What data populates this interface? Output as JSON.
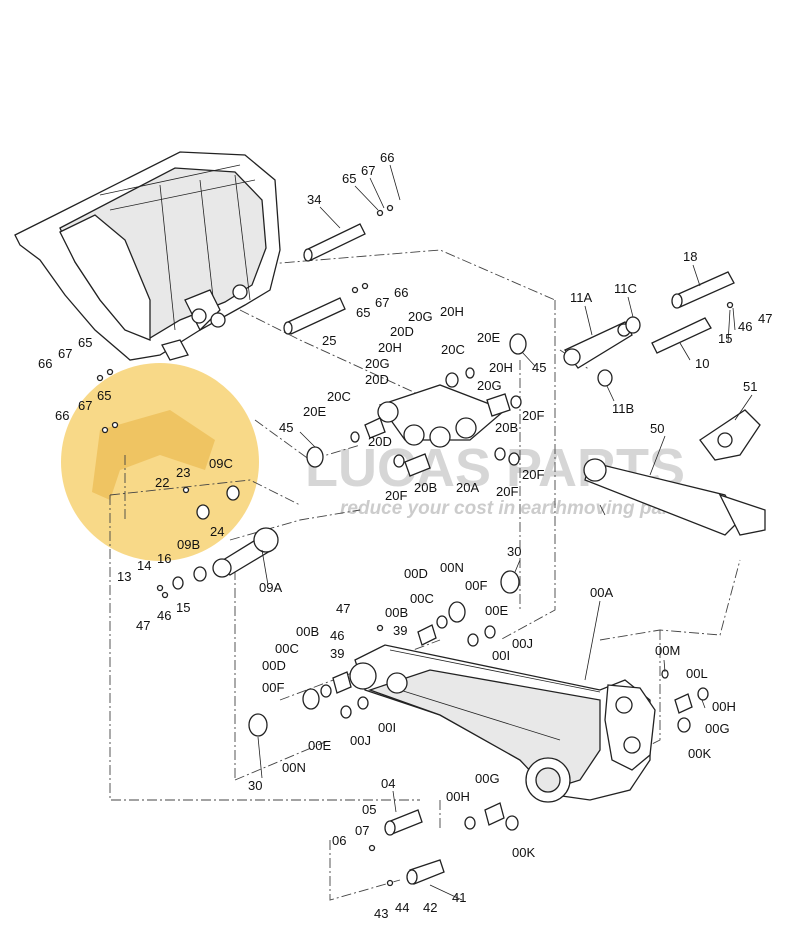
{
  "labels": [
    "66",
    "67",
    "65",
    "34",
    "18",
    "11C",
    "11A",
    "47",
    "46",
    "15",
    "10",
    "11B",
    "51",
    "50",
    "20G",
    "20H",
    "20D",
    "20H",
    "20E",
    "20C",
    "20G",
    "20H",
    "20D",
    "20G",
    "20C",
    "45",
    "20E",
    "20F",
    "20B",
    "20D",
    "45",
    "20B",
    "20F",
    "20A",
    "20F",
    "20F",
    "65",
    "67",
    "66",
    "25",
    "66",
    "67",
    "65",
    "66",
    "67",
    "65",
    "22",
    "23",
    "09C",
    "24",
    "16",
    "14",
    "13",
    "09B",
    "15",
    "46",
    "47",
    "09A",
    "30",
    "00D",
    "00N",
    "00F",
    "00C",
    "00E",
    "00B",
    "47",
    "46",
    "39",
    "00I",
    "00J",
    "00A",
    "00B",
    "39",
    "00C",
    "00D",
    "00F",
    "00M",
    "00L",
    "00H",
    "00G",
    "00K",
    "00E",
    "00N",
    "00J",
    "00I",
    "30",
    "04",
    "00G",
    "00H",
    "05",
    "07",
    "06",
    "00K",
    "41",
    "43",
    "44",
    "42"
  ],
  "watermark": {
    "brand": "LUCAS PARTS",
    "tagline": "reduce your cost in earthmoving parts"
  },
  "colors": {
    "logo": "#f6cf6a",
    "watermark_text": "#d6d6d6",
    "line": "#222222"
  }
}
